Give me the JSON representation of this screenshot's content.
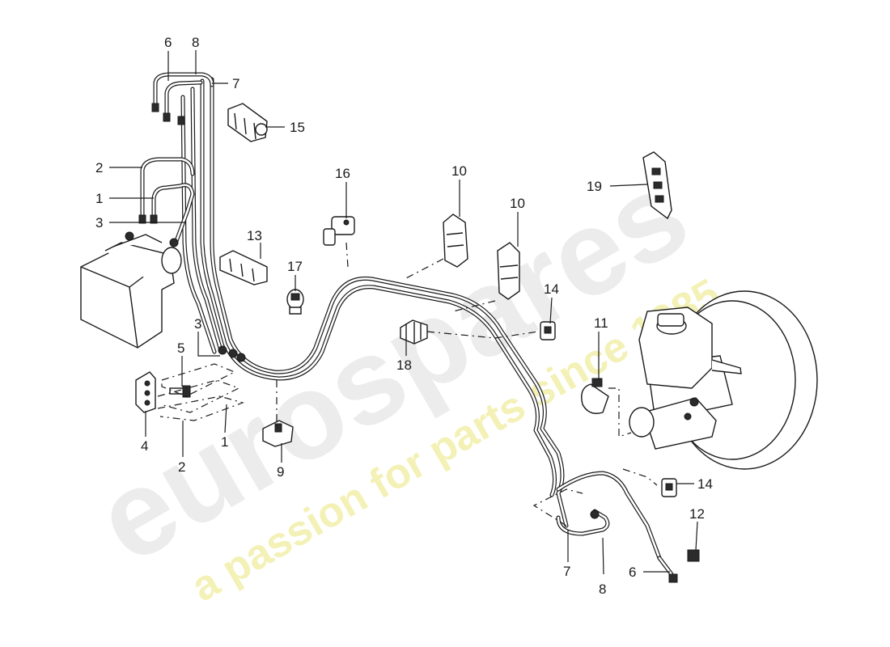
{
  "watermark": {
    "brand": "eurospares",
    "tagline": "a passion for parts since 1985",
    "brand_color": "#e8e8e8",
    "tagline_color": "#f3f1b6"
  },
  "callouts": {
    "c6_top": "6",
    "c8_top": "8",
    "c7_top": "7",
    "c15": "15",
    "c2_left": "2",
    "c1_left": "1",
    "c3_left": "3",
    "c13": "13",
    "c16": "16",
    "c17": "17",
    "c10_a": "10",
    "c10_b": "10",
    "c19": "19",
    "c14_mid": "14",
    "c18": "18",
    "c11": "11",
    "c3_low": "3",
    "c5": "5",
    "c4": "4",
    "c2_low": "2",
    "c1_low": "1",
    "c9": "9",
    "c14_low": "14",
    "c12": "12",
    "c7_low": "7",
    "c8_low": "8",
    "c6_low": "6"
  }
}
